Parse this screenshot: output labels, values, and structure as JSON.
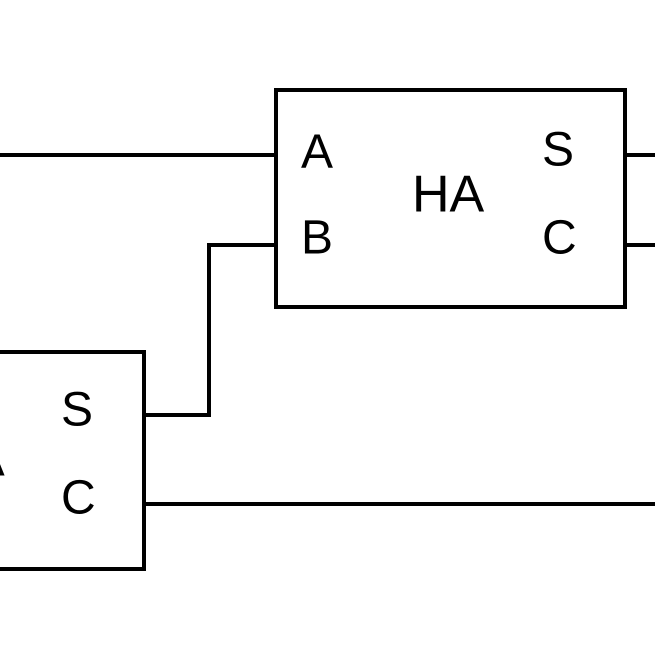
{
  "colors": {
    "stroke": "#000000",
    "background": "#ffffff"
  },
  "upper_half_adder": {
    "title": "HA",
    "input_a": "A",
    "input_b": "B",
    "output_s": "S",
    "output_c": "C"
  },
  "lower_half_adder": {
    "title_fragment": "A",
    "output_s": "S",
    "output_c": "C"
  }
}
